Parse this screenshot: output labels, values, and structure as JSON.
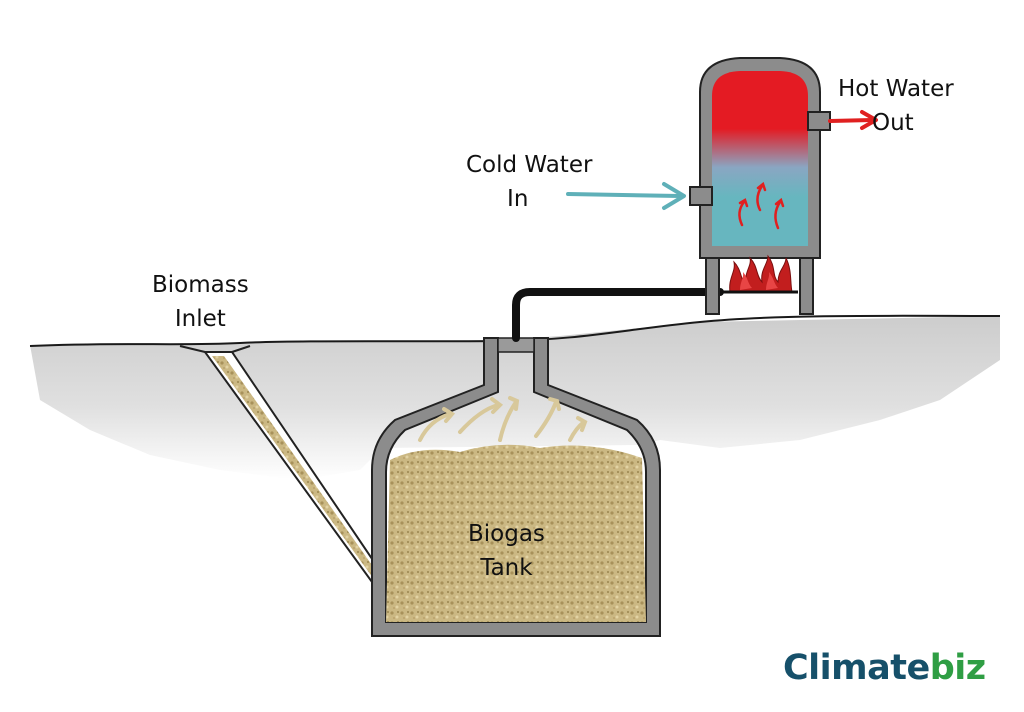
{
  "labels": {
    "biomass_inlet": [
      "Biomass",
      "Inlet"
    ],
    "biogas_tank": [
      "Biogas",
      "Tank"
    ],
    "cold_water_in": [
      "Cold Water",
      "In"
    ],
    "hot_water_out": [
      "Hot Water",
      "Out"
    ]
  },
  "logo": {
    "part1": "Climate",
    "part2": "biz"
  },
  "colors": {
    "ground": "#c9c9c9",
    "tank_wall": "#8c8c8c",
    "biomass": "#cbb883",
    "hot_water": "#e41b23",
    "cold_water": "#67b6bf",
    "cold_arrow": "#5fb0b8",
    "hot_arrow": "#e02020",
    "gas_pipe": "#111111",
    "flame": "#c21e1e",
    "logo_dark": "#16506a",
    "logo_accent": "#2f9e44"
  }
}
